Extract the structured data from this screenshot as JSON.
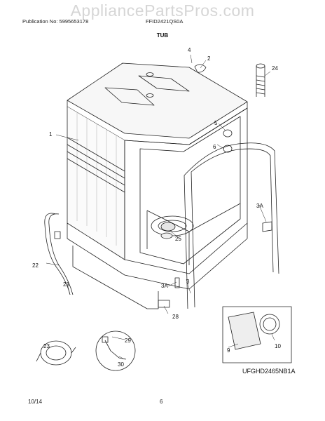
{
  "watermark": "AppliancePartsPros.com",
  "header": {
    "publication": "Publication No: 5995653178",
    "model": "FFID2421QS0A"
  },
  "title": "TUB",
  "diagram_code": "UFGHD2465NB1A",
  "footer": {
    "date": "10/14",
    "page": "6"
  },
  "callouts": {
    "c1": "1",
    "c2": "2",
    "c3": "3",
    "c3a_top": "3A",
    "c3a_bottom": "3A",
    "c4": "4",
    "c5": "5",
    "c6": "6",
    "c9": "9",
    "c10": "10",
    "c22": "22",
    "c23_hose": "23",
    "c23_detail": "23",
    "c24": "24",
    "c25": "25",
    "c28": "28",
    "c29": "29",
    "c30": "30"
  }
}
